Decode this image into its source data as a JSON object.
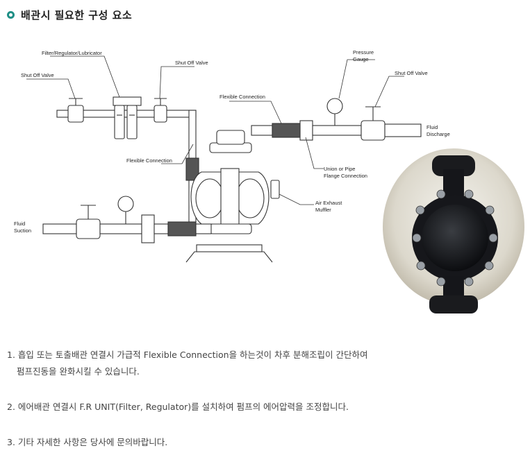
{
  "heading": "배관시 필요한 구성 요소",
  "diagram_labels": {
    "frl": "Filter/Regulator/Lubricator",
    "shut_off_left": "Shut Off Valve",
    "shut_off_mid": "Shut Off Valve",
    "flexible_top": "Flexible Connection",
    "pressure_gauge_1": "Pressure",
    "pressure_gauge_2": "Gauge",
    "shut_off_right": "Shut Off Valve",
    "fluid_discharge_1": "Fluid",
    "fluid_discharge_2": "Discharge",
    "flexible_left": "Flexible Connection",
    "union_1": "Union or Pipe",
    "union_2": "Flange Connection",
    "air_exhaust_1": "Air Exhaust",
    "air_exhaust_2": "Muffler",
    "fluid_suction_1": "Fluid",
    "fluid_suction_2": "Suction"
  },
  "notes": {
    "line1a": "1. 흡입 또는 토출배관 연결시 가급적 Flexible Connection을 하는것이 차후 분해조립이 간단하여",
    "line1b": "펌프진동을 완화시킬 수 있습니다.",
    "line2": "2. 에어배관 연결시 F.R UNIT(Filter, Regulator)를 설치하여 펌프의 에어압력을 조정합니다.",
    "line3": "3. 기타 자세한 사항은 당사에 문의바랍니다."
  }
}
